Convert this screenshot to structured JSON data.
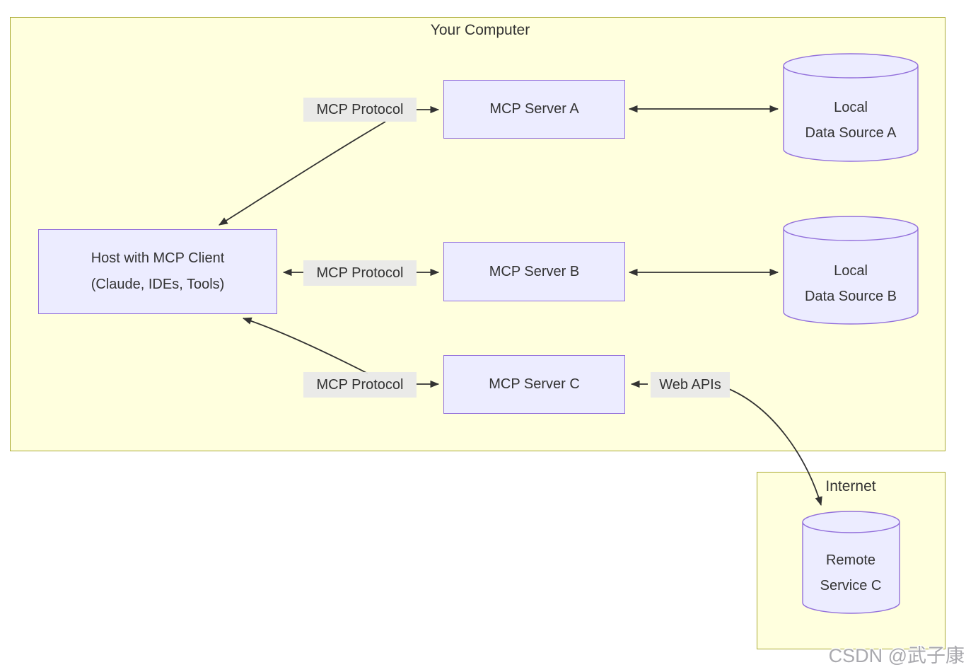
{
  "diagram": {
    "clusters": {
      "your_computer": {
        "title": "Your Computer"
      },
      "internet": {
        "title": "Internet"
      }
    },
    "nodes": {
      "host": {
        "line1": "Host with MCP Client",
        "line2": "(Claude, IDEs, Tools)"
      },
      "server_a": {
        "label": "MCP Server A"
      },
      "server_b": {
        "label": "MCP Server B"
      },
      "server_c": {
        "label": "MCP Server C"
      },
      "data_source_a": {
        "line1": "Local",
        "line2": "Data Source A"
      },
      "data_source_b": {
        "line1": "Local",
        "line2": "Data Source B"
      },
      "remote_service_c": {
        "line1": "Remote",
        "line2": "Service C"
      }
    },
    "edge_labels": {
      "mcp_protocol_a": "MCP Protocol",
      "mcp_protocol_b": "MCP Protocol",
      "mcp_protocol_c": "MCP Protocol",
      "web_apis": "Web APIs"
    },
    "colors": {
      "node_fill": "#ECECFF",
      "node_border": "#9370DB",
      "cluster_fill": "#FFFFDE",
      "cluster_border": "#AAAA33",
      "edge_stroke": "#333333",
      "edge_label_bg": "#E8E8E8",
      "text": "#333333"
    }
  },
  "watermark": {
    "text": "CSDN @武子康"
  }
}
